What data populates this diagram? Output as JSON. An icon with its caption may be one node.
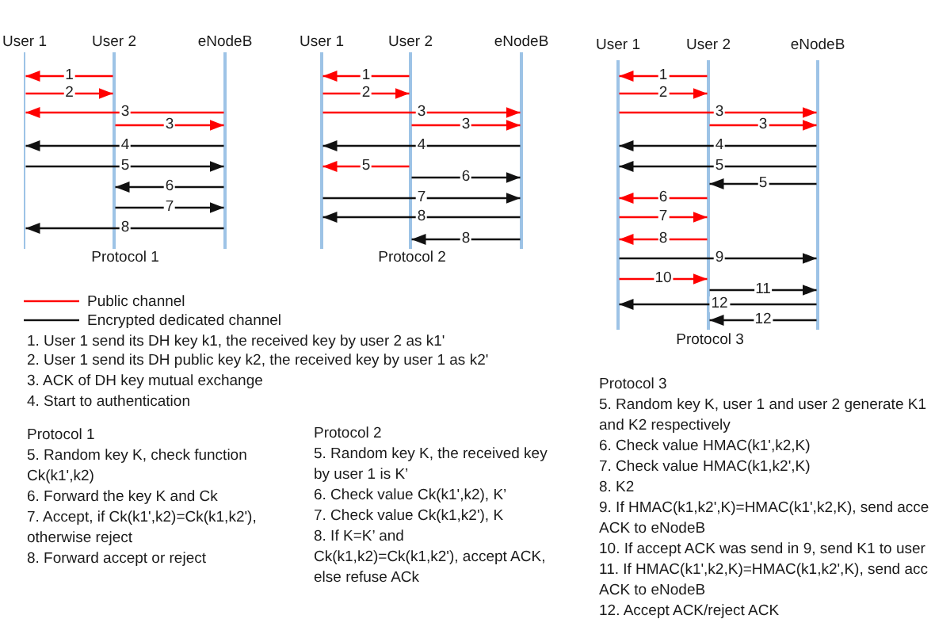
{
  "diagram": {
    "nodes": [
      {
        "text": [
          "User 1"
        ]
      },
      {
        "text": [
          "User 2"
        ]
      },
      {
        "text": [
          "eNodeB"
        ]
      },
      {
        "text": [
          "User 1"
        ]
      },
      {
        "text": [
          "User 2"
        ]
      },
      {
        "text": [
          "eNodeB"
        ]
      },
      {
        "text": [
          "User 1"
        ]
      },
      {
        "text": [
          "User 2"
        ]
      },
      {
        "text": [
          "eNodeB"
        ]
      }
    ],
    "edges": [
      {
        "from": 1,
        "to": 0,
        "arrow": "to",
        "label": "1",
        "color": "#ff0000"
      },
      {
        "from": 0,
        "to": 1,
        "arrow": "to",
        "label": "2",
        "color": "#ff0000"
      },
      {
        "from": 2,
        "to": 0,
        "arrow": "to",
        "label": "3",
        "color": "#ff0000"
      },
      {
        "from": 1,
        "to": 2,
        "arrow": "to",
        "label": "3",
        "color": "#ff0000"
      },
      {
        "from": 2,
        "to": 0,
        "arrow": "to",
        "label": "4",
        "color": "#111111"
      },
      {
        "from": 0,
        "to": 2,
        "arrow": "to",
        "label": "5",
        "color": "#111111"
      },
      {
        "from": 2,
        "to": 1,
        "arrow": "to",
        "label": "6",
        "color": "#111111"
      },
      {
        "from": 1,
        "to": 2,
        "arrow": "to",
        "label": "7",
        "color": "#111111"
      },
      {
        "from": 2,
        "to": 0,
        "arrow": "to",
        "label": "8",
        "color": "#111111"
      },
      {
        "from": 4,
        "to": 3,
        "arrow": "to",
        "label": "1",
        "color": "#ff0000"
      },
      {
        "from": 3,
        "to": 4,
        "arrow": "to",
        "label": "2",
        "color": "#ff0000"
      },
      {
        "from": 3,
        "to": 5,
        "arrow": "to",
        "label": "3",
        "color": "#ff0000"
      },
      {
        "from": 4,
        "to": 5,
        "arrow": "to",
        "label": "3",
        "color": "#ff0000"
      },
      {
        "from": 5,
        "to": 3,
        "arrow": "to",
        "label": "4",
        "color": "#111111"
      },
      {
        "from": 4,
        "to": 3,
        "arrow": "to",
        "label": "5",
        "color": "#ff0000"
      },
      {
        "from": 4,
        "to": 5,
        "arrow": "to",
        "label": "6",
        "color": "#111111"
      },
      {
        "from": 3,
        "to": 5,
        "arrow": "to",
        "label": "7",
        "color": "#111111"
      },
      {
        "from": 5,
        "to": 3,
        "arrow": "to",
        "label": "8",
        "color": "#111111"
      },
      {
        "from": 5,
        "to": 4,
        "arrow": "to",
        "label": "8",
        "color": "#111111"
      },
      {
        "from": 7,
        "to": 6,
        "arrow": "to",
        "label": "1",
        "color": "#ff0000"
      },
      {
        "from": 6,
        "to": 7,
        "arrow": "to",
        "label": "2",
        "color": "#ff0000"
      },
      {
        "from": 6,
        "to": 8,
        "arrow": "to",
        "label": "3",
        "color": "#ff0000"
      },
      {
        "from": 7,
        "to": 8,
        "arrow": "to",
        "label": "3",
        "color": "#ff0000"
      },
      {
        "from": 8,
        "to": 6,
        "arrow": "to",
        "label": "4",
        "color": "#111111"
      },
      {
        "from": 8,
        "to": 6,
        "arrow": "to",
        "label": "5",
        "color": "#111111"
      },
      {
        "from": 8,
        "to": 7,
        "arrow": "to",
        "label": "5",
        "color": "#111111"
      },
      {
        "from": 7,
        "to": 6,
        "arrow": "to",
        "label": "6",
        "color": "#ff0000"
      },
      {
        "from": 6,
        "to": 7,
        "arrow": "to",
        "label": "7",
        "color": "#ff0000"
      },
      {
        "from": 7,
        "to": 6,
        "arrow": "to",
        "label": "8",
        "color": "#ff0000"
      },
      {
        "from": 6,
        "to": 8,
        "arrow": "to",
        "label": "9",
        "color": "#111111"
      },
      {
        "from": 6,
        "to": 7,
        "arrow": "to",
        "label": "10",
        "color": "#ff0000"
      },
      {
        "from": 7,
        "to": 8,
        "arrow": "to",
        "label": "11",
        "color": "#111111"
      },
      {
        "from": 8,
        "to": 6,
        "arrow": "to",
        "label": "12",
        "color": "#111111"
      },
      {
        "from": 8,
        "to": 7,
        "arrow": "to",
        "label": "12",
        "color": "#111111"
      }
    ],
    "labels": [
      "Protocol 1",
      "Protocol 2",
      "Protocol 3",
      "1. User 1 send its DH key k1, the received key by user 2 as k1'",
      "2. User 1 send its DH public key k2, the received key by user 1 as k2'",
      "3. ACK of DH key mutual exchange",
      "4. Start to authentication",
      "Protocol 1",
      "5. Random key K, check function Ck(k1',k2)",
      "6. Forward the key K and Ck",
      "7. Accept, if Ck(k1',k2)=Ck(k1,k2'), otherwise reject",
      "8. Forward accept or reject",
      "Protocol 2",
      "5. Random key K, the received key by user 1 is K’",
      "6. Check value Ck(k1',k2), K’",
      "7. Check value Ck(k1,k2'), K",
      "8. If K=K’ and Ck(k1,k2)=Ck(k1,k2'), accept ACK, else refuse ACk",
      "Protocol 3",
      "5. Random key K, user 1 and user 2 generate K1 and K2 respectively",
      "6. Check value HMAC(k1',k2,K)",
      "7. Check value HMAC(k1,k2',K)",
      "8. K2",
      "9. If HMAC(k1,k2',K)=HMAC(k1',k2,K), send acce ACK to eNodeB",
      "10. If accept ACK was send in 9, send K1 to user",
      "11. If HMAC(k1',k2,K)=HMAC(k1,k2',K), send acc ACK to eNodeB",
      "12. Accept ACK/reject ACK"
    ],
    "legend": [
      {
        "text": "Public channel"
      },
      {
        "text": "Encrypted dedicated channel"
      }
    ]
  }
}
